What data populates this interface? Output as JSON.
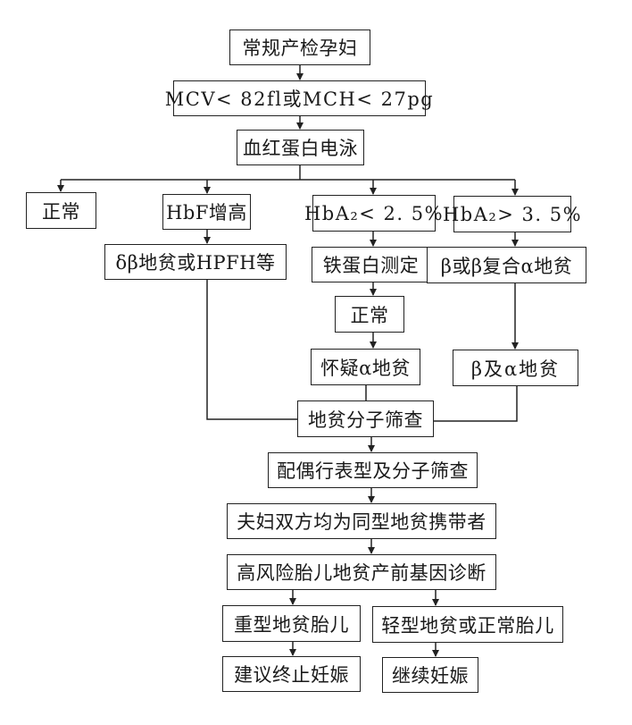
{
  "diagram": {
    "type": "flowchart",
    "nodes": [
      {
        "id": "pregnant",
        "label": "常规产检孕妇"
      },
      {
        "id": "mcv",
        "label": "MCV< 82fl或MCH< 27pg"
      },
      {
        "id": "electro",
        "label": "血红蛋白电泳"
      },
      {
        "id": "normal1",
        "label": "正常"
      },
      {
        "id": "hbf",
        "label": "HbF增高"
      },
      {
        "id": "hba2low",
        "label": "HbA₂< 2. 5%"
      },
      {
        "id": "hba2high",
        "label": "HbA₂> 3. 5%"
      },
      {
        "id": "db",
        "label": "δβ地贫或HPFH等"
      },
      {
        "id": "ferritin",
        "label": "铁蛋白测定"
      },
      {
        "id": "bcomp",
        "label": "β或β复合α地贫"
      },
      {
        "id": "normal2",
        "label": "正常"
      },
      {
        "id": "suspect",
        "label": "怀疑α地贫"
      },
      {
        "id": "ba",
        "label": "β及α地贫"
      },
      {
        "id": "molscreen",
        "label": "地贫分子筛查"
      },
      {
        "id": "spouse",
        "label": "配偶行表型及分子筛查"
      },
      {
        "id": "couple",
        "label": "夫妇双方均为同型地贫携带者"
      },
      {
        "id": "prenatal",
        "label": "高风险胎儿地贫产前基因诊断"
      },
      {
        "id": "severe",
        "label": "重型地贫胎儿"
      },
      {
        "id": "mild",
        "label": "轻型地贫或正常胎儿"
      },
      {
        "id": "terminate",
        "label": "建议终止妊娠"
      },
      {
        "id": "continue",
        "label": "继续妊娠"
      }
    ],
    "edges": [
      [
        "pregnant",
        "mcv"
      ],
      [
        "mcv",
        "electro"
      ],
      [
        "electro",
        "normal1"
      ],
      [
        "electro",
        "hbf"
      ],
      [
        "electro",
        "hba2low"
      ],
      [
        "electro",
        "hba2high"
      ],
      [
        "hbf",
        "db"
      ],
      [
        "hba2low",
        "ferritin"
      ],
      [
        "hba2high",
        "bcomp"
      ],
      [
        "ferritin",
        "normal2"
      ],
      [
        "normal2",
        "suspect"
      ],
      [
        "bcomp",
        "ba"
      ],
      [
        "db",
        "molscreen"
      ],
      [
        "suspect",
        "molscreen"
      ],
      [
        "ba",
        "molscreen"
      ],
      [
        "molscreen",
        "spouse"
      ],
      [
        "spouse",
        "couple"
      ],
      [
        "couple",
        "prenatal"
      ],
      [
        "prenatal",
        "severe"
      ],
      [
        "prenatal",
        "mild"
      ],
      [
        "severe",
        "terminate"
      ],
      [
        "mild",
        "continue"
      ]
    ]
  }
}
